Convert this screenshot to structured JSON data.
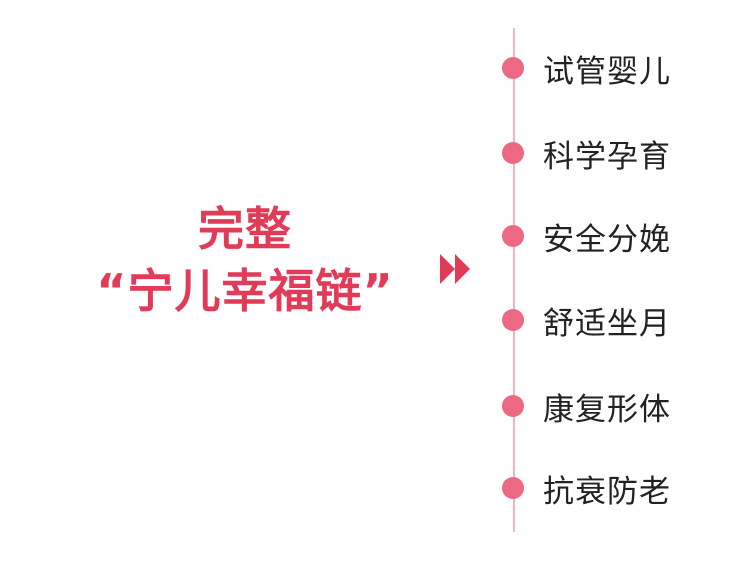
{
  "headline": {
    "line1": "完整",
    "line2": "“宁儿幸福链”"
  },
  "colors": {
    "accent": "#e23b57",
    "dot": "#ec6883",
    "timeline": "#f3b5bf",
    "text": "#222222"
  },
  "icons": {
    "arrow": "double-chevron-right-icon"
  },
  "timeline": {
    "items": [
      {
        "label": "试管婴儿"
      },
      {
        "label": "科学孕育"
      },
      {
        "label": "安全分娩"
      },
      {
        "label": "舒适坐月"
      },
      {
        "label": "康复形体"
      },
      {
        "label": "抗衰防老"
      }
    ]
  }
}
